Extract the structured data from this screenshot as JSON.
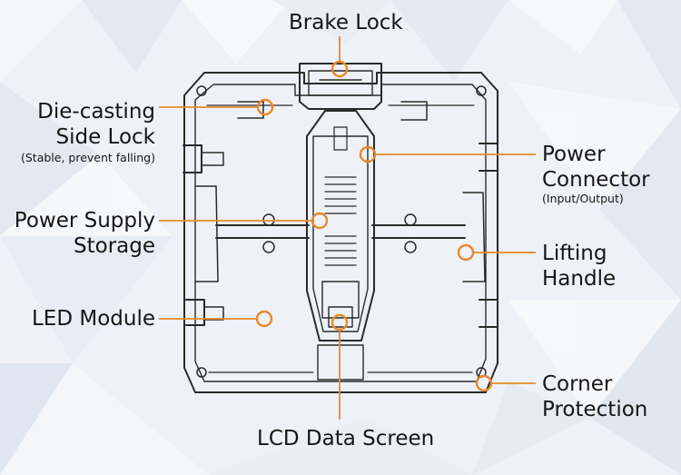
{
  "labels": {
    "brake_lock": "Brake Lock",
    "die_casting_line1": "Die-casting",
    "die_casting_line2": "Side Lock",
    "die_casting_note": "(Stable, prevent falling)",
    "power_supply_line1": "Power Supply",
    "power_supply_line2": "Storage",
    "led_module": "LED Module",
    "lcd_data_screen": "LCD Data Screen",
    "power_connector_line1": "Power",
    "power_connector_line2": "Connector",
    "power_connector_note": "(Input/Output)",
    "lifting_line1": "Lifting",
    "lifting_line2": "Handle",
    "corner_line1": "Corner",
    "corner_line2": "Protection"
  },
  "colors": {
    "accent": "#e8892a",
    "line": "#2a2a2a",
    "background": "#eef1f7",
    "text": "#161616"
  }
}
